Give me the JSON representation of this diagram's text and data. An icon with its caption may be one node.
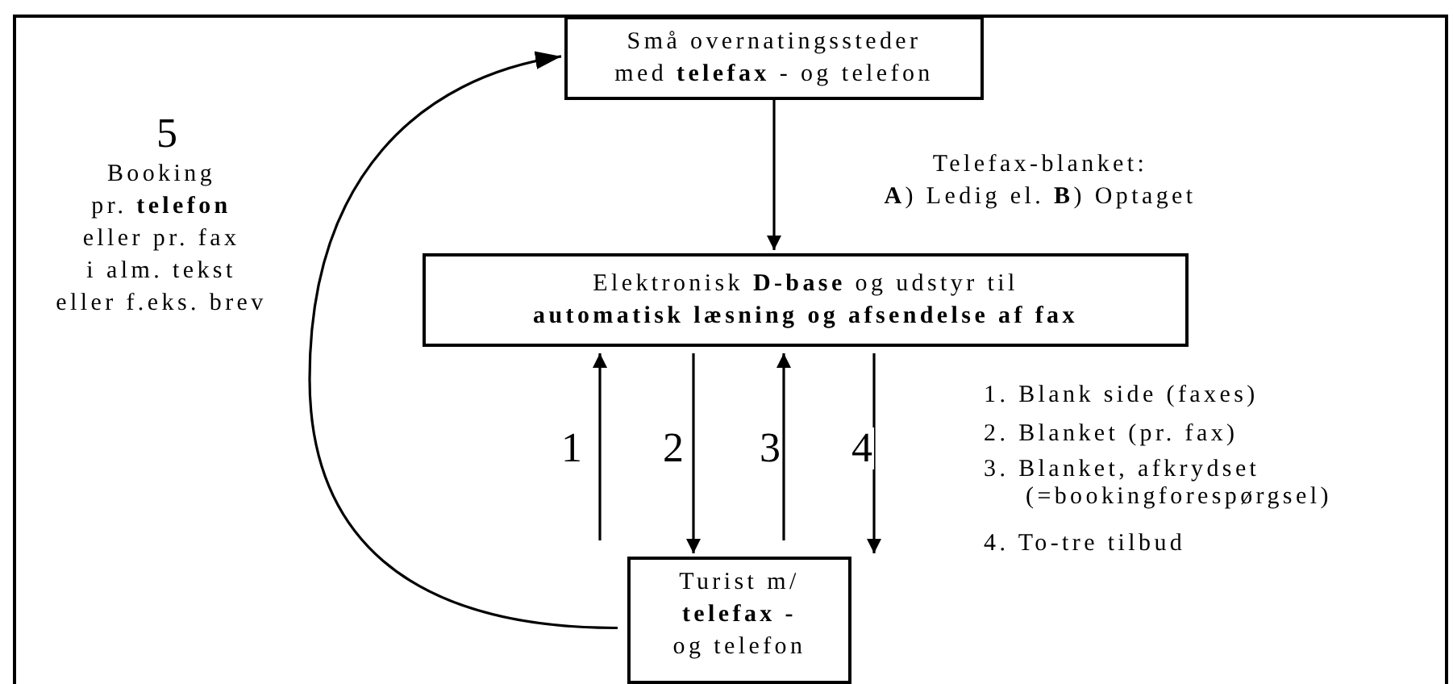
{
  "diagram": {
    "nodes": [
      {
        "text": [
          "Små overnatingssteder med **telefax** - og telefon"
        ]
      },
      {
        "text": [
          "Elektronisk **D-base** og udstyr til **automatisk læsning og afsendelse af fax**"
        ]
      },
      {
        "text": [
          "Turist m/ **telefax -** og telefon"
        ]
      }
    ],
    "edges": [
      {
        "from": 0,
        "to": 1,
        "arrow": "to"
      },
      {
        "from": 2,
        "to": 1,
        "arrow": "to",
        "label": "1"
      },
      {
        "from": 1,
        "to": 2,
        "arrow": "to",
        "label": "2"
      },
      {
        "from": 2,
        "to": 1,
        "arrow": "to",
        "label": "3"
      },
      {
        "from": 1,
        "to": 2,
        "arrow": "to",
        "label": "4"
      },
      {
        "from": 2,
        "to": 0,
        "arrow": "to",
        "label": "5"
      }
    ],
    "labels": [
      "Telefax-blanket: **A**) Ledig el. **B**) Optaget",
      "Booking pr. **telefon** eller pr. fax i alm. tekst eller f.eks. brev",
      "1. Blank side (faxes)",
      "2. Blanket (pr. fax)",
      "3. Blanket, afkrydset (=bookingforespørgsel)",
      "4. To-tre tilbud"
    ]
  }
}
